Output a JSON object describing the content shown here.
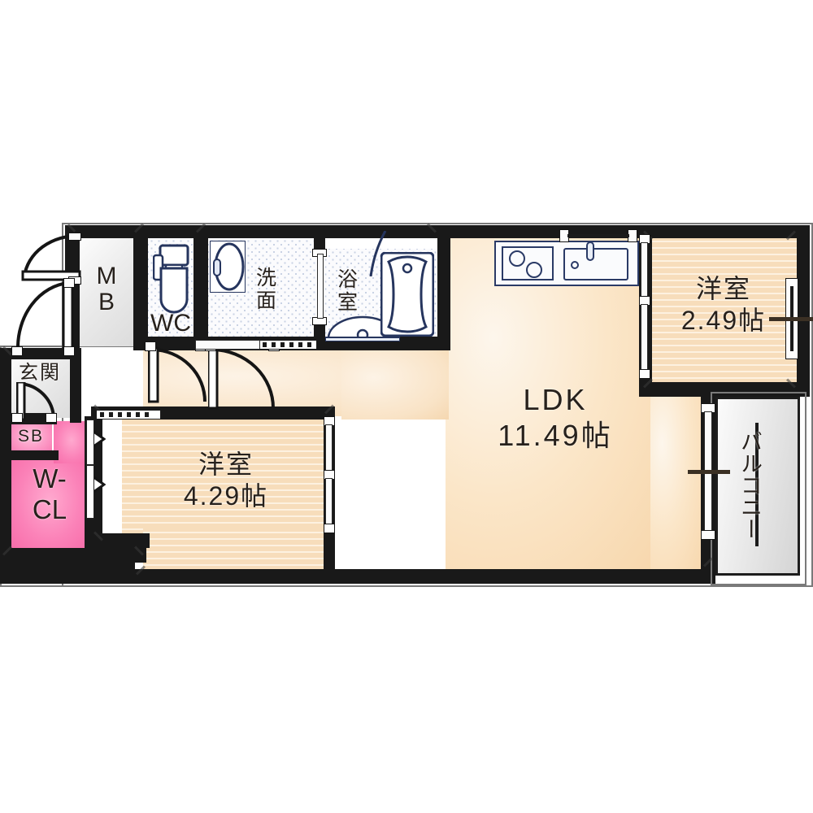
{
  "plan": {
    "type": "japanese-apartment-floor-plan",
    "layout_code": "2LDK",
    "background_color": "#ffffff",
    "colors": {
      "wall": "#191919",
      "tatami_floor": "#f7ddbb",
      "ldk_floor": "#fbe6c8",
      "closet_pink": "#fb82b8",
      "wet_area": "#fbfbfd",
      "fixture_line": "#2a3a66",
      "balcony_gray": "#e4e4e4",
      "label_text": "#27211c"
    },
    "rooms": [
      {
        "id": "ldk",
        "name": "LDK",
        "label_line1": "LDK",
        "label_line2": "11.49帖",
        "size_jo": 11.49,
        "floor": "ldk_floor"
      },
      {
        "id": "bedroom-main",
        "name": "洋室",
        "label_line1": "洋室",
        "label_line2": "4.29帖",
        "size_jo": 4.29,
        "floor": "tatami_floor"
      },
      {
        "id": "bedroom-small",
        "name": "洋室",
        "label_line1": "洋室",
        "label_line2": "2.49帖",
        "size_jo": 2.49,
        "floor": "tatami_floor"
      },
      {
        "id": "balcony",
        "name": "バルコニー",
        "label_line1": "バルコニー",
        "floor": "balcony_gray"
      },
      {
        "id": "walk-in-closet",
        "name": "W-CL",
        "label_line1": "W-",
        "label_line2": "CL",
        "floor": "closet_pink"
      },
      {
        "id": "shoe-box",
        "name": "SB",
        "label_line1": "SB",
        "floor": "closet_pink"
      },
      {
        "id": "entrance",
        "name": "玄関",
        "label_line1": "玄関",
        "floor": "gray"
      },
      {
        "id": "meter-box",
        "name": "MB",
        "label_line1": "M",
        "label_line2": "B",
        "floor": "gray"
      },
      {
        "id": "toilet",
        "name": "WC",
        "label_line1": "WC",
        "floor": "wet_area"
      },
      {
        "id": "washroom",
        "name": "洗面",
        "label_line1": "洗",
        "label_line2": "面",
        "floor": "wet_area"
      },
      {
        "id": "bathroom",
        "name": "浴室",
        "label_line1": "浴",
        "label_line2": "室",
        "floor": "wet_area"
      }
    ],
    "fixtures": [
      {
        "id": "kitchen-stove",
        "name": "two-burner-gas-stove",
        "burners": 2
      },
      {
        "id": "kitchen-sink",
        "name": "kitchen-sink-with-faucet"
      },
      {
        "id": "toilet-unit",
        "name": "western-toilet-with-tank"
      },
      {
        "id": "vanity-sink",
        "name": "oval-washbasin-vanity"
      },
      {
        "id": "bathtub",
        "name": "bathtub"
      },
      {
        "id": "shower-basin",
        "name": "bathroom-wash-counter"
      }
    ],
    "openings": [
      {
        "id": "entrance-door",
        "name": "entrance-hinged-door"
      },
      {
        "id": "mb-door",
        "name": "meter-box-hinged-door"
      },
      {
        "id": "sb-door",
        "name": "shoe-box-hinged-door"
      },
      {
        "id": "wc-door",
        "name": "toilet-hinged-door"
      },
      {
        "id": "washroom-door",
        "name": "washroom-hinged-door"
      },
      {
        "id": "bath-door",
        "name": "bathroom-folding-door"
      },
      {
        "id": "bedroom-main-slider",
        "name": "bedroom-sliding-door"
      },
      {
        "id": "wcl-doors",
        "name": "closet-folding-doors"
      },
      {
        "id": "balcony-slider",
        "name": "balcony-sliding-window"
      },
      {
        "id": "kitchen-window",
        "name": "kitchen-window"
      },
      {
        "id": "small-room-window",
        "name": "bedroom-small-window"
      }
    ]
  }
}
